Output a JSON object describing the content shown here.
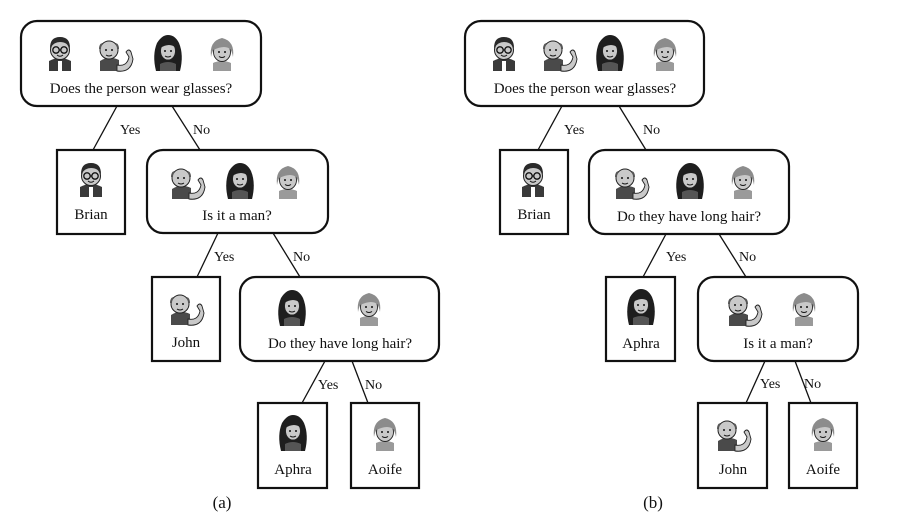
{
  "people": {
    "brian": {
      "name": "Brian",
      "icon": "man-with-glasses-icon"
    },
    "john": {
      "name": "John",
      "icon": "bald-man-flexing-icon"
    },
    "aphra": {
      "name": "Aphra",
      "icon": "woman-long-hair-icon"
    },
    "aoife": {
      "name": "Aoife",
      "icon": "woman-short-hair-icon"
    }
  },
  "tree_a": {
    "caption": "(a)",
    "root_question": "Does the person wear glasses?",
    "mid_question": "Is it a man?",
    "low_question": "Do they have long hair?",
    "yes": "Yes",
    "no": "No"
  },
  "tree_b": {
    "caption": "(b)",
    "root_question": "Does the person wear glasses?",
    "mid_question": "Do they have long hair?",
    "low_question": "Is it a man?",
    "yes": "Yes",
    "no": "No"
  }
}
